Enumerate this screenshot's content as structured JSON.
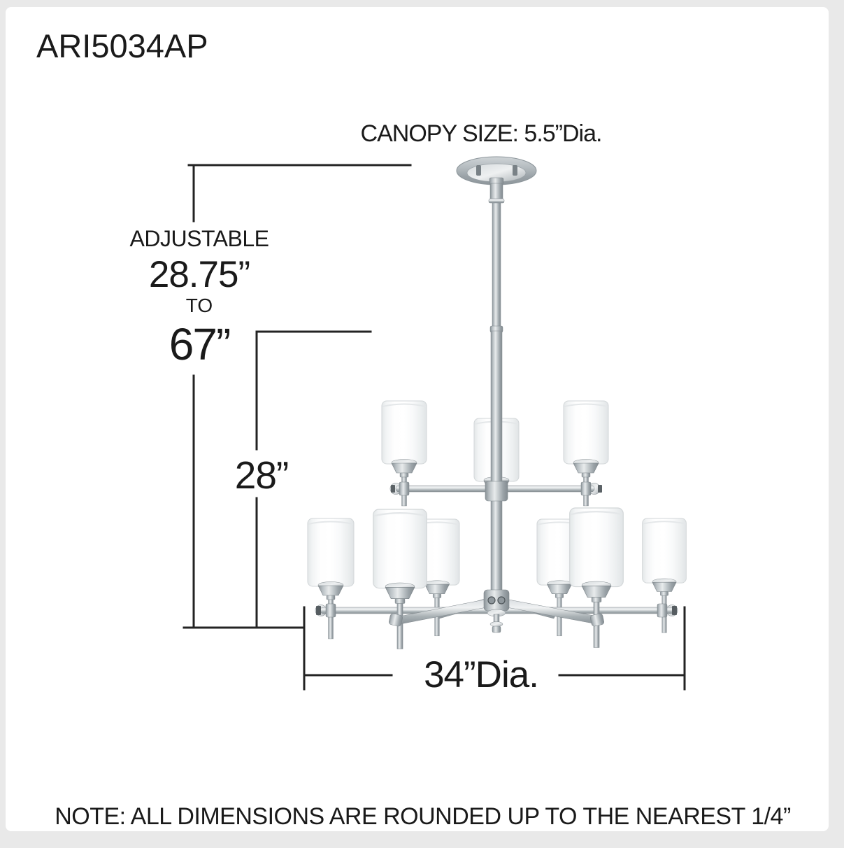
{
  "product": {
    "model": "ARI5034AP"
  },
  "labels": {
    "canopy": "CANOPY SIZE: 5.5”Dia.",
    "adjustable": "ADJUSTABLE",
    "height_min": "28.75”",
    "to": "TO",
    "height_max": "67”",
    "body_height": "28”",
    "diameter": "34”Dia.",
    "note": "NOTE: ALL DIMENSIONS ARE ROUNDED UP TO THE NEAREST 1/4”"
  },
  "diagram": {
    "type": "chandelier-dimension-drawing",
    "finish_color": "#aab2b7",
    "shade_color": "#ffffff",
    "line_color": "#232323",
    "upper_tier_lights": 3,
    "lower_tier_lights": 6
  },
  "colors": {
    "background": "#e9e9e9",
    "card": "#ffffff",
    "text": "#1a1a1a"
  }
}
